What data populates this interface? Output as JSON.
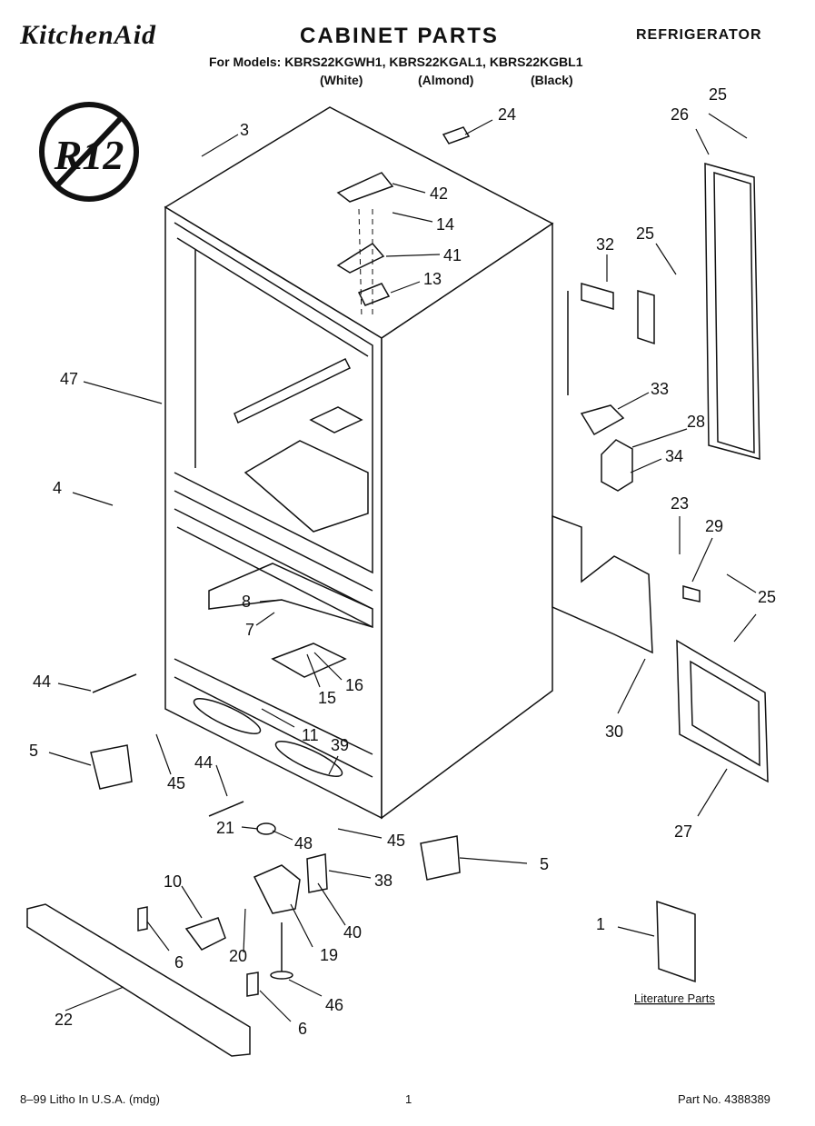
{
  "header": {
    "brand": "KitchenAid",
    "title": "CABINET PARTS",
    "category": "REFRIGERATOR",
    "models": "For Models: KBRS22KGWH1, KBRS22KGAL1, KBRS22KGBL1",
    "colors": [
      "(White)",
      "(Almond)",
      "(Black)"
    ]
  },
  "badge": {
    "text": "R12"
  },
  "literature_label": "Literature Parts",
  "callouts": [
    "3",
    "24",
    "42",
    "14",
    "41",
    "13",
    "47",
    "25",
    "26",
    "32",
    "25",
    "33",
    "28",
    "34",
    "4",
    "8",
    "7",
    "16",
    "15",
    "11",
    "44",
    "5",
    "45",
    "39",
    "23",
    "29",
    "25",
    "30",
    "27",
    "44",
    "21",
    "48",
    "45",
    "5",
    "38",
    "10",
    "40",
    "19",
    "20",
    "6",
    "22",
    "46",
    "6",
    "1"
  ],
  "footer": {
    "left": "8–99 Litho In U.S.A. (mdg)",
    "center": "1",
    "right": "Part No. 4388389"
  },
  "colors": {
    "ink": "#111111",
    "paper": "#ffffff"
  }
}
